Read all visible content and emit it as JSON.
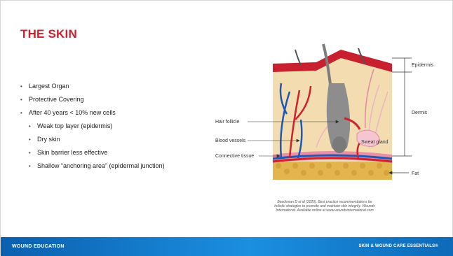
{
  "slide": {
    "title": "THE SKIN",
    "bullets": [
      {
        "text": "Largest Organ",
        "level": 1
      },
      {
        "text": "Protective Covering",
        "level": 1
      },
      {
        "text": "After 40 years < 10% new cells",
        "level": 1
      },
      {
        "text": "Weak top layer (epidermis)",
        "level": 2
      },
      {
        "text": "Dry skin",
        "level": 2
      },
      {
        "text": "Skin barrier less effective",
        "level": 2
      },
      {
        "text": "Shallow “anchoring area” (epidermal junction)",
        "level": 2
      }
    ]
  },
  "diagram": {
    "labels": {
      "epidermis": "Epidermis",
      "dermis": "Dermis",
      "fat": "Fat",
      "hair_follicle": "Hair follicle",
      "blood_vessels": "Blood vessels",
      "connective_tissue": "Connective tissue",
      "sweat_gland": "Sweat gland"
    },
    "colors": {
      "epidermis": "#c8202f",
      "dermis": "#f3ddb0",
      "fat": "#e0b24a",
      "artery": "#d0202e",
      "vein": "#1b58b8",
      "hair": "#8a8a8a"
    }
  },
  "citation": {
    "line1": "Beeckman D et al (2020). Best practice recommendations for",
    "line2": "holistic strategies to promote and maintain skin integrity. Wounds",
    "line3": "International. Available online at www.woundsinternational.com"
  },
  "footer": {
    "left": "WOUND EDUCATION",
    "right": "SKIN & WOUND CARE ESSENTIALS®",
    "color": "#1b7fd1"
  }
}
